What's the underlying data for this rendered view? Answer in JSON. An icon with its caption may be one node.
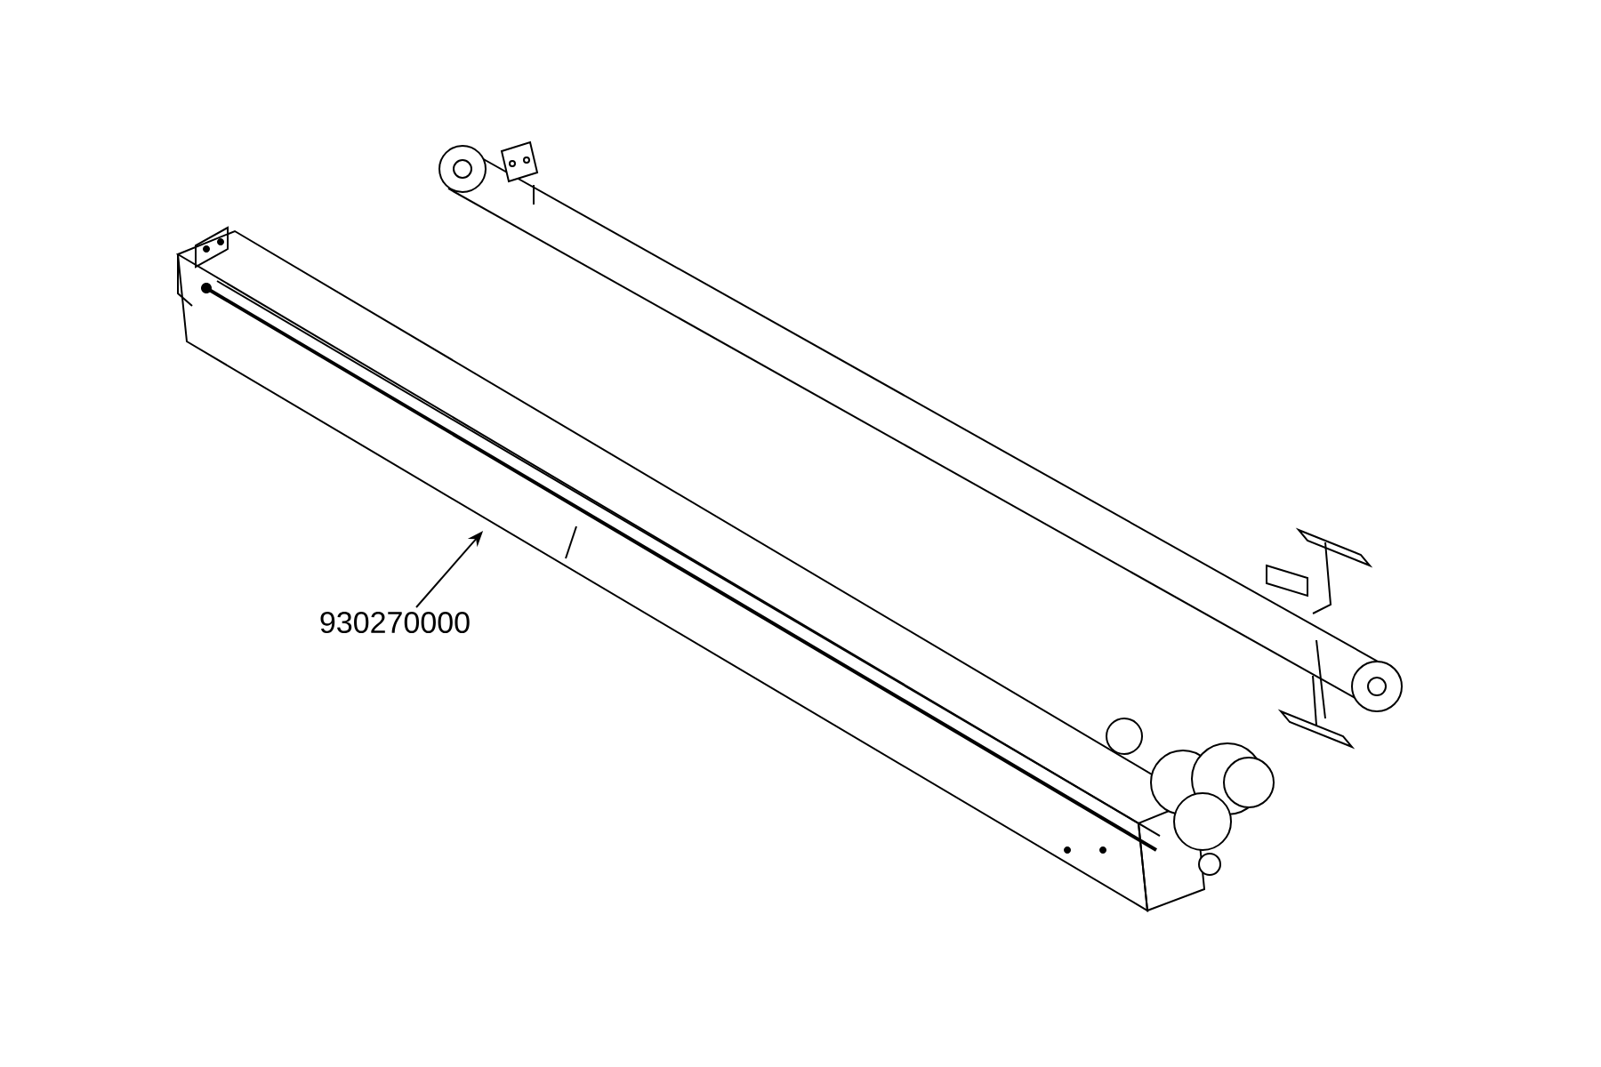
{
  "diagram": {
    "nodes": [
      {
        "text": [
          "930270000"
        ]
      },
      {
        "text": [],
        "shape": "picture"
      }
    ],
    "edges": [
      {
        "from": 0,
        "to": 1,
        "arrow": "to"
      }
    ]
  }
}
